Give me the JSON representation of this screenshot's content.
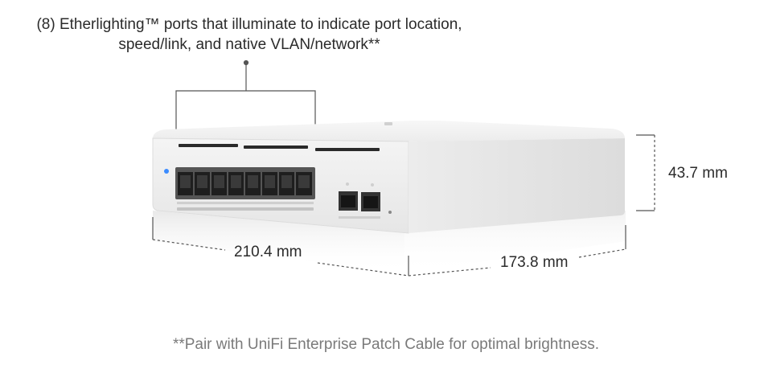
{
  "callout": {
    "line1": "(8) Etherlighting™ ports that illuminate to indicate port location,",
    "line2": "speed/link, and native VLAN/network**"
  },
  "dimensions": {
    "height": "43.7 mm",
    "width": "210.4 mm",
    "depth": "173.8 mm"
  },
  "footnote": "**Pair with UniFi Enterprise Patch Cable for optimal brightness.",
  "product": {
    "rj45_port_count": 8,
    "sfp_port_count": 2,
    "icon": "network-switch",
    "body_color": "#f3f3f3"
  }
}
